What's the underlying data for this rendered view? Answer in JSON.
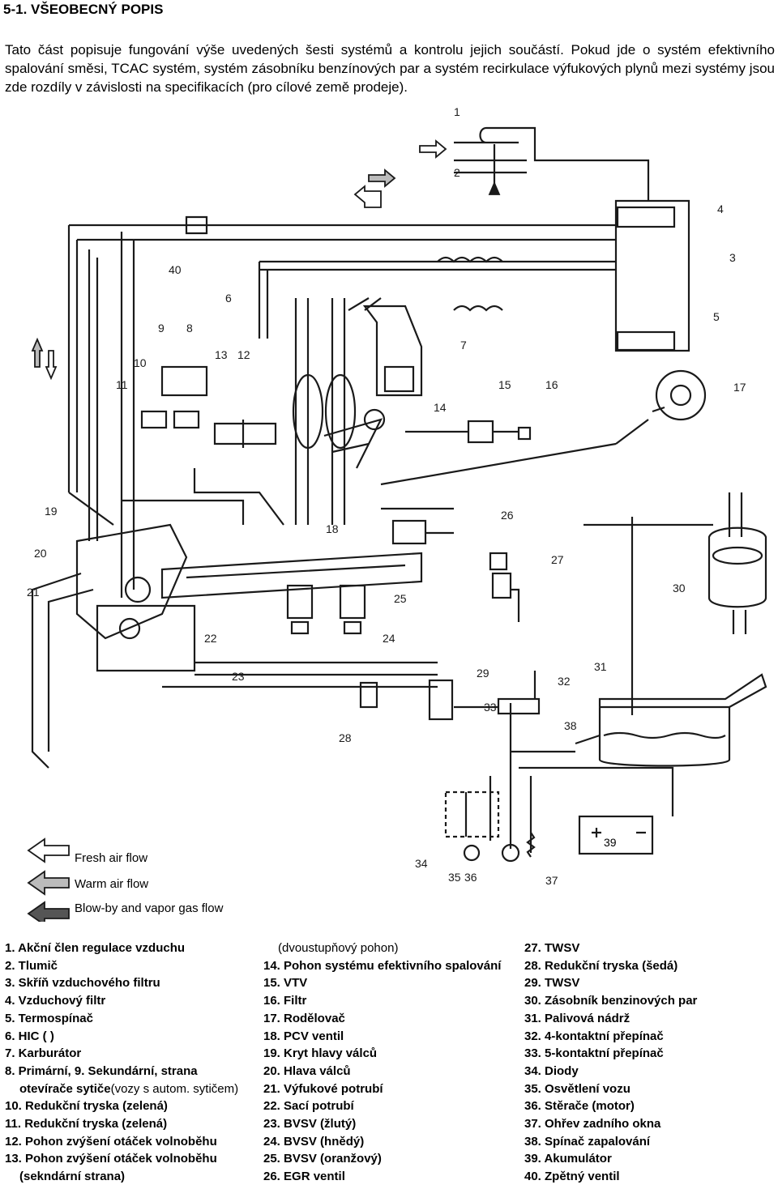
{
  "heading": "5-1. VŠEOBECNÝ POPIS",
  "intro": "Tato část popisuje fungování výše uvedených šesti systémů a kontrolu jejich součástí. Pokud jde o systém efektivního spalování směsi, TCAC systém, systém zásobníku benzínových par a systém recirkulace výfukových plynů mezi systémy jsou zde rozdíly v závislosti na specifikacích (pro cílové země prodeje).",
  "diagram": {
    "flow_legend": {
      "fresh": "Fresh air flow",
      "warm": "Warm air flow",
      "blowby": "Blow-by and vapor gas flow"
    },
    "callouts": [
      "1",
      "2",
      "3",
      "4",
      "5",
      "6",
      "7",
      "8",
      "9",
      "10",
      "11",
      "12",
      "13",
      "14",
      "15",
      "16",
      "17",
      "18",
      "19",
      "20",
      "21",
      "22",
      "23",
      "24",
      "25",
      "26",
      "27",
      "28",
      "29",
      "30",
      "31",
      "32",
      "33",
      "34",
      "35",
      "36",
      "37",
      "38",
      "39",
      "40"
    ],
    "battery_label": "39",
    "colors": {
      "line": "#1a1a1a",
      "paper": "#ffffff"
    }
  },
  "legend": {
    "col1": [
      "1. Akční člen regulace vzduchu",
      "2. Tlumič",
      "3. Skříň vzduchového filtru",
      "4. Vzduchový filtr",
      "5. Termospínač",
      "6. HIC ( )",
      "7. Karburátor",
      "8. Primární, 9. Sekundární, strana",
      "otevírače sytiče",
      "(vozy s autom. sytičem)",
      "10. Redukční tryska (zelená)",
      "11. Redukční tryska (zelená)",
      "12. Pohon zvýšení otáček volnoběhu",
      "13. Pohon zvýšení otáček volnoběhu",
      "(sekndární strana)"
    ],
    "col2": [
      "(dvoustupňový pohon)",
      "14. Pohon systému efektivního spalování",
      "15.  VTV",
      "16.  Filtr",
      "17. Rodělovač",
      "18. PCV ventil",
      "19. Kryt hlavy válců",
      "20. Hlava válců",
      "21.  Výfukové potrubí",
      "22.  Sací potrubí",
      "23. BVSV (žlutý)",
      "24. BVSV (hnědý)",
      "25. BVSV (oranžový)",
      "26. EGR ventil"
    ],
    "col3": [
      "27. TWSV",
      "28. Redukční tryska (šedá)",
      "29. TWSV",
      "30. Zásobník benzinových par",
      "31. Palivová nádrž",
      "32.  4-kontaktní přepínač",
      "33.  5-kontaktní přepínač",
      "34.  Diody",
      "35. Osvětlení vozu",
      "36. Stěrače (motor)",
      "37. Ohřev zadního okna",
      "38. Spínač zapalování",
      "39. Akumulátor",
      "40.  Zpětný ventil"
    ]
  }
}
